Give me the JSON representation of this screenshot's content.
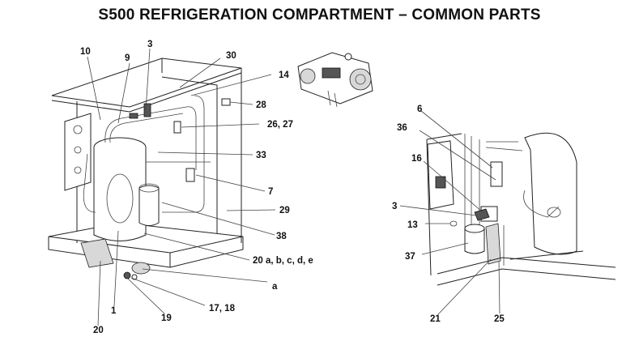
{
  "title": "S500 REFRIGERATION COMPARTMENT – COMMON PARTS",
  "left_view": {
    "callouts": [
      "10",
      "9",
      "3",
      "30",
      "14",
      "28",
      "26, 27",
      "33",
      "7",
      "29",
      "38",
      "20 a, b, c, d, e",
      "a",
      "17, 18",
      "19",
      "1",
      "20"
    ]
  },
  "right_view": {
    "callouts": [
      "6",
      "36",
      "16",
      "3",
      "13",
      "37",
      "21",
      "25"
    ]
  }
}
